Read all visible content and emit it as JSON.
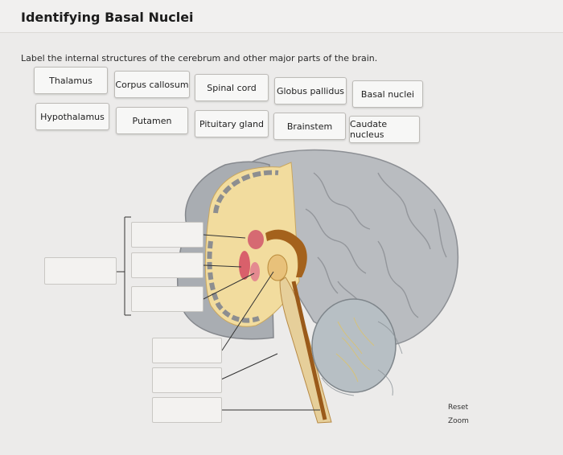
{
  "header": {
    "title": "Identifying Basal Nuclei"
  },
  "instructions": "Label the internal structures of the cerebrum and other major parts of the brain.",
  "label_bank": [
    "Thalamus",
    "Corpus callosum",
    "Spinal cord",
    "Globus pallidus",
    "Basal nuclei",
    "Hypothalamus",
    "Putamen",
    "Pituitary gland",
    "Brainstem",
    "Caudate nucleus"
  ],
  "controls": {
    "reset_label": "Reset",
    "zoom_label": "Zoom"
  }
}
